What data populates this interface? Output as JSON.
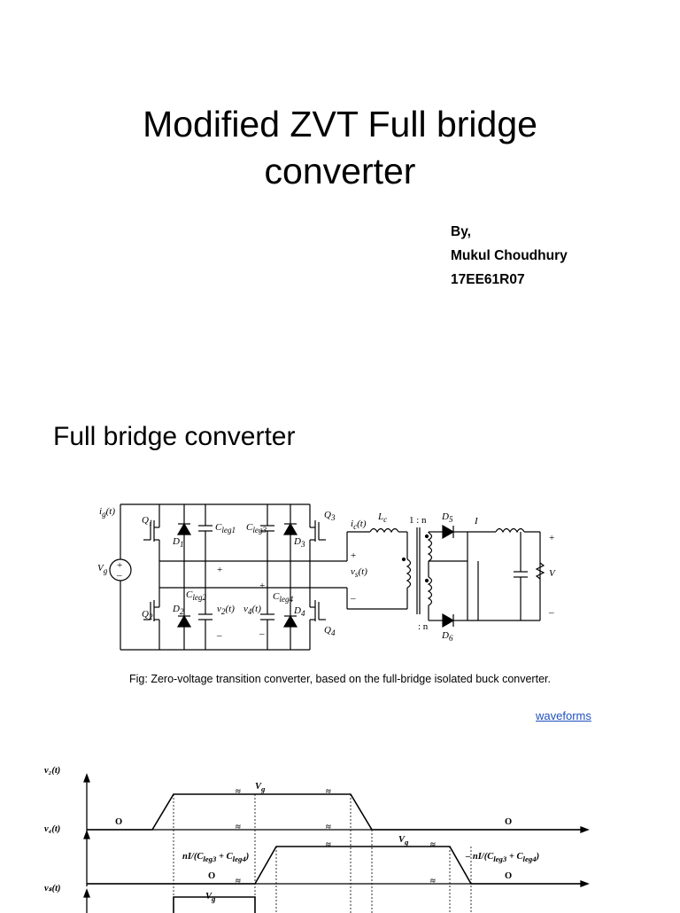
{
  "slide1": {
    "title_line1": "Modified ZVT Full bridge",
    "title_line2": "converter",
    "by": "By,",
    "author": "Mukul Choudhury",
    "roll": "17EE61R07"
  },
  "slide2": {
    "heading": "Full bridge converter",
    "caption": "Fig: Zero-voltage transition converter, based on the full-bridge isolated buck converter.",
    "link": "waveforms",
    "circuit_labels": {
      "ig": "i",
      "ig_sub": "g",
      "ig_arg": "(t)",
      "vg": "V",
      "vg_sub": "g",
      "q1": "Q",
      "q1_sub": "1",
      "q2": "Q",
      "q2_sub": "2",
      "q3": "Q",
      "q3_sub": "3",
      "q4": "Q",
      "q4_sub": "4",
      "d1": "D",
      "d1_sub": "1",
      "d2": "D",
      "d2_sub": "2",
      "d3": "D",
      "d3_sub": "3",
      "d4": "D",
      "d4_sub": "4",
      "d5": "D",
      "d5_sub": "5",
      "d6": "D",
      "d6_sub": "6",
      "cleg1": "C",
      "cleg1_sub": "leg1",
      "cleg2": "C",
      "cleg2_sub": "leg2",
      "cleg3": "C",
      "cleg3_sub": "leg3",
      "cleg4": "C",
      "cleg4_sub": "leg4",
      "v2": "v",
      "v2_sub": "2",
      "v2_arg": "(t)",
      "v4": "v",
      "v4_sub": "4",
      "v4_arg": "(t)",
      "ic": "i",
      "ic_sub": "c",
      "ic_arg": "(t)",
      "lc": "L",
      "lc_sub": "c",
      "vs": "v",
      "vs_sub": "s",
      "vs_arg": "(t)",
      "ratio_top": "1 : n",
      "ratio_bot": ": n",
      "iout": "I",
      "vout": "V",
      "plus": "+",
      "minus": "–"
    },
    "waveform_labels": {
      "v2": "v₂(t)",
      "v4": "v₄(t)",
      "vs": "vₛ(t)",
      "vg": "V",
      "vg_sub": "g",
      "zero": "O",
      "annot_left": "nI/(C",
      "annot_left_s1": "leg3",
      "annot_plus": " + C",
      "annot_left_s2": "leg4",
      "annot_close": ")",
      "annot_right": "– nI/(C",
      "break": "≈"
    }
  }
}
